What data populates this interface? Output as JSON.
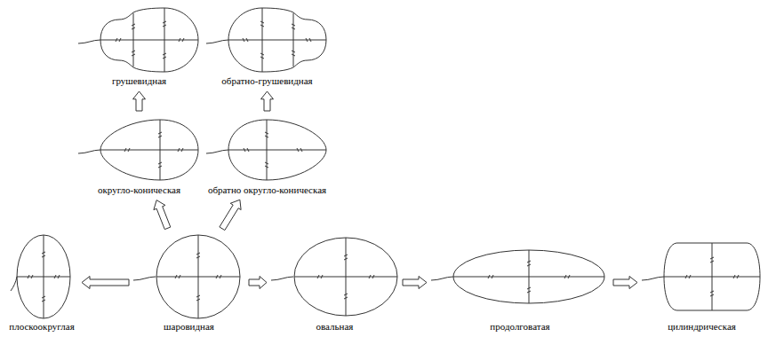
{
  "diagram": {
    "nodes": [
      {
        "text": [
          "грушевидная"
        ]
      },
      {
        "text": [
          "обратно-грушевидная"
        ]
      },
      {
        "text": [
          "округло-коническая"
        ]
      },
      {
        "text": [
          "обратно округло-коническая"
        ]
      },
      {
        "text": [
          "плоскоокруглая"
        ]
      },
      {
        "text": [
          "шаровидная"
        ]
      },
      {
        "text": [
          "овальная"
        ]
      },
      {
        "text": [
          "продолговатая"
        ]
      },
      {
        "text": [
          "цилиндрическая"
        ]
      }
    ],
    "edges": [
      {
        "from": 2,
        "to": 0,
        "arrow": "to"
      },
      {
        "from": 3,
        "to": 1,
        "arrow": "to"
      },
      {
        "from": 5,
        "to": 2,
        "arrow": "to"
      },
      {
        "from": 5,
        "to": 3,
        "arrow": "to"
      },
      {
        "from": 5,
        "to": 4,
        "arrow": "to"
      },
      {
        "from": 5,
        "to": 6,
        "arrow": "to"
      },
      {
        "from": 6,
        "to": 7,
        "arrow": "to"
      },
      {
        "from": 7,
        "to": 8,
        "arrow": "to"
      }
    ]
  }
}
